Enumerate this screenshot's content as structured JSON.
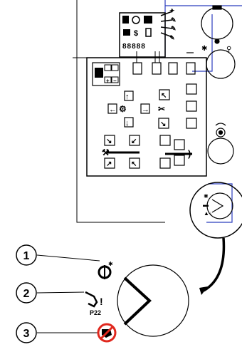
{
  "panel": {
    "display_digits": "88888",
    "knob_labels": {
      "top": "",
      "bottom": ""
    }
  },
  "callouts": [
    {
      "number": "1",
      "icon": "rotation-speed-icon"
    },
    {
      "number": "2",
      "icon": "gearbox-pressure-icon",
      "label": "P22"
    },
    {
      "number": "3",
      "icon": "engine-icon-red-circle"
    }
  ],
  "colors": {
    "line": "#000000",
    "blue_frame": "#2b3dbd",
    "red": "#e0281e"
  }
}
